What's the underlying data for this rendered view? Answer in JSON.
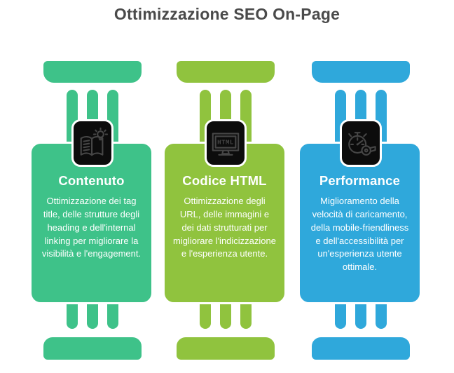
{
  "page": {
    "title": "Ottimizzazione SEO On-Page",
    "background": "#ffffff"
  },
  "colors": {
    "title_text": "#4a4a4a",
    "icon_box_bg": "#0c0c0c",
    "icon_stroke": "#464646",
    "card_text": "#ffffff",
    "outline": "#ffffff"
  },
  "columns": [
    {
      "name": "contenuto",
      "accent": "#3ec289",
      "icon": "open-book-lightbulb-icon",
      "heading": "Contenuto",
      "body": "Ottimizzazione dei tag title, delle strutture degli heading e dell'internal linking per migliorare la visibilità e l'engagement."
    },
    {
      "name": "codice-html",
      "accent": "#90c33e",
      "icon": "html-monitor-icon",
      "icon_label": "HTML",
      "heading": "Codice HTML",
      "body": "Ottimizzazione degli URL, delle immagini e dei dati strutturati per migliorare l'indicizzazione e l'esperienza utente."
    },
    {
      "name": "performance",
      "accent": "#2fa8db",
      "icon": "stopwatch-whistle-icon",
      "heading": "Performance",
      "body": "Miglioramento della velocità di caricamento, della mobile-friendliness e dell'accessibilità per un'esperienza utente ottimale."
    }
  ]
}
